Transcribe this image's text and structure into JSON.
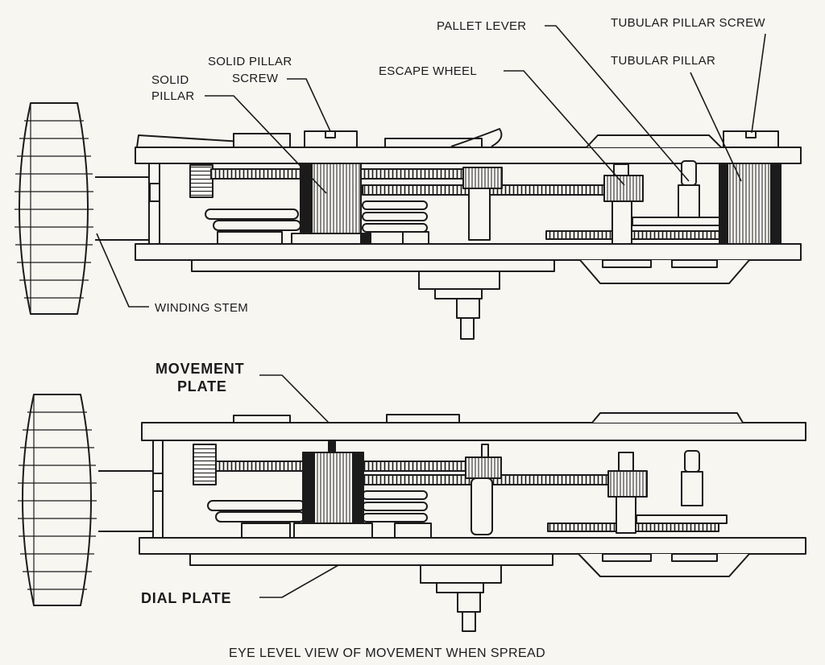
{
  "labels": {
    "solid_pillar": [
      "SOLID",
      "PILLAR"
    ],
    "solid_pillar_screw": [
      "SOLID PILLAR",
      "SCREW"
    ],
    "escape_wheel": "ESCAPE WHEEL",
    "pallet_lever": "PALLET LEVER",
    "tubular_pillar_screw": "TUBULAR PILLAR SCREW",
    "tubular_pillar": "TUBULAR PILLAR",
    "winding_stem": "WINDING STEM",
    "movement_plate": [
      "MOVEMENT",
      "PLATE"
    ],
    "dial_plate": "DIAL PLATE"
  },
  "caption": "EYE LEVEL VIEW OF MOVEMENT WHEN SPREAD",
  "colors": {
    "ink": "#1b1b1b",
    "paper": "#f7f6f1"
  }
}
